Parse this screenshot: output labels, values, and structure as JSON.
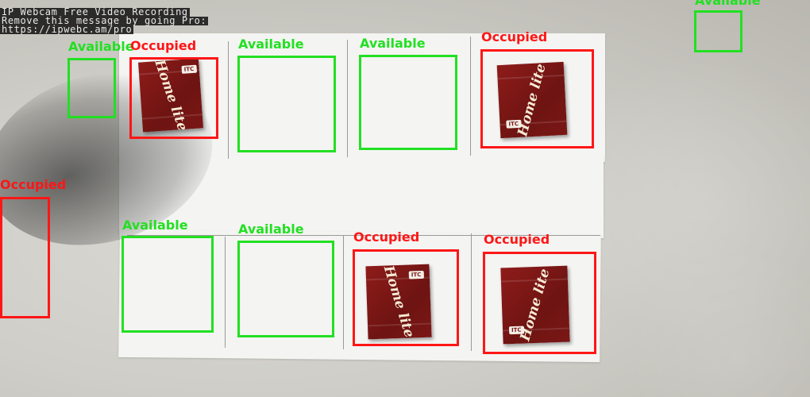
{
  "watermark": {
    "line1": "IP Webcam Free Video Recording",
    "line2": "Remove this message by going Pro:",
    "line3": "https://ipwebc.am/pro"
  },
  "colors": {
    "available": "#22e022",
    "occupied": "#ff1616"
  },
  "slots": [
    {
      "id": "s1",
      "status": "Available"
    },
    {
      "id": "s2",
      "status": "Occupied"
    },
    {
      "id": "s3",
      "status": "Available"
    },
    {
      "id": "s4",
      "status": "Available"
    },
    {
      "id": "s5",
      "status": "Occupied"
    },
    {
      "id": "s6",
      "status": "Available"
    },
    {
      "id": "s7",
      "status": "Occupied"
    },
    {
      "id": "s8",
      "status": "Available"
    },
    {
      "id": "s9",
      "status": "Available"
    },
    {
      "id": "s10",
      "status": "Occupied"
    },
    {
      "id": "s11",
      "status": "Occupied"
    }
  ],
  "product": {
    "brand": "Home",
    "brand2": "lite",
    "maker": "ITC"
  }
}
